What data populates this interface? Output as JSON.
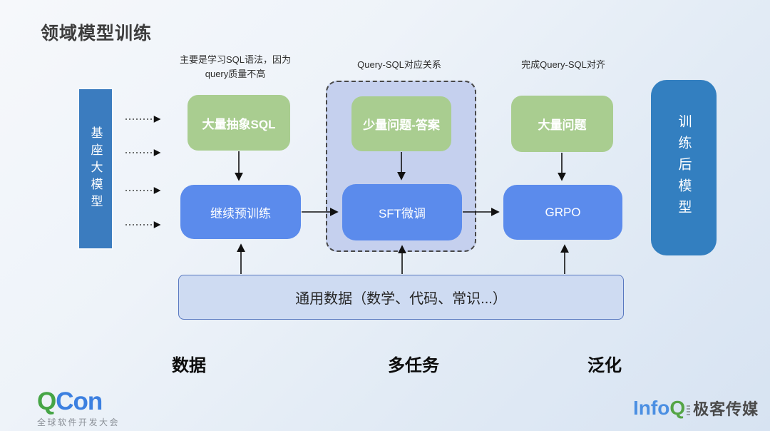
{
  "page": {
    "title": "领域模型训练"
  },
  "annotations": {
    "pretrain_note_line1": "主要是学习SQL语法，因为",
    "pretrain_note_line2": "query质量不高",
    "sft_note": "Query-SQL对应关系",
    "grpo_note": "完成Query-SQL对齐"
  },
  "nodes": {
    "base_model": "基座大模型",
    "abstract_sql": "大量抽象SQL",
    "few_qa": "少量问题-答案",
    "many_questions": "大量问题",
    "continue_pretrain": "继续预训练",
    "sft": "SFT微调",
    "grpo": "GRPO",
    "post_model": "训练后模型",
    "general_data": "通用数据（数学、代码、常识...）"
  },
  "stage_labels": {
    "data": "数据",
    "multitask": "多任务",
    "generalization": "泛化"
  },
  "footer": {
    "qcon_q": "Q",
    "qcon_con": "Con",
    "qcon_subtitle": "全球软件开发大会",
    "infoq_info": "Info",
    "infoq_q": "Q",
    "infoq_media": "极客传媒"
  },
  "colors": {
    "title": "#3d3d3d",
    "steel_blue": "#3b7cbf",
    "steel_blue_right": "#337fc0",
    "green_box": "#a9cd90",
    "blue_box": "#5b8bec",
    "dashed_fill": "#c5d0ee",
    "bottom_fill": "#cedbf2",
    "bottom_border": "#5878c0",
    "qcon_green": "#46a546",
    "qcon_blue": "#3c80e0",
    "infoq_blue": "#4b8fe2",
    "infoq_green": "#55a546",
    "media_gray": "#4a4a4a"
  }
}
